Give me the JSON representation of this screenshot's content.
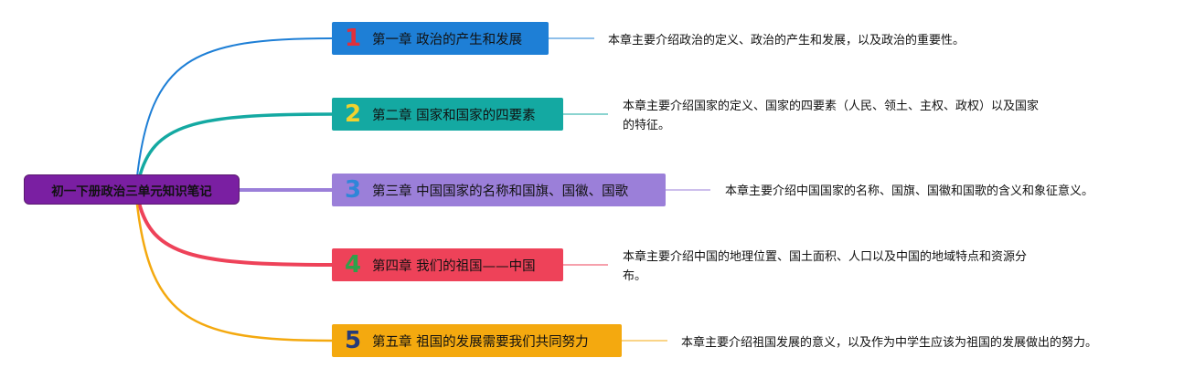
{
  "root": {
    "label": "初一下册政治三单元知识笔记",
    "color": "#7a1fa2"
  },
  "branches": [
    {
      "number": "1",
      "title": "第一章 政治的产生和发展",
      "color": "#1e7fd6",
      "num_color": "#e0303c",
      "line_color": "#1e7fd6",
      "desc": [
        "本章主要介绍政治的定义、政治的产生和发展，以及政治的重要性。"
      ]
    },
    {
      "number": "2",
      "title": "第二章 国家和国家的四要素",
      "color": "#14a9a2",
      "num_color": "#f2d22e",
      "line_color": "#14a9a2",
      "desc": [
        "本章主要介绍国家的定义、国家的四要素（人民、领土、主权、政权）以及国家",
        "的特征。"
      ]
    },
    {
      "number": "3",
      "title": "第三章 中国国家的名称和国旗、国徽、国歌",
      "color": "#9b7fd9",
      "num_color": "#2f86d8",
      "line_color": "#9b7fd9",
      "desc": [
        "本章主要介绍中国国家的名称、国旗、国徽和国歌的含义和象征意义。"
      ]
    },
    {
      "number": "4",
      "title": "第四章 我们的祖国——中国",
      "color": "#ee4259",
      "num_color": "#2fa14a",
      "line_color": "#ee4259",
      "desc": [
        "本章主要介绍中国的地理位置、国土面积、人口以及中国的地域特点和资源分",
        "布。"
      ]
    },
    {
      "number": "5",
      "title": "第五章 祖国的发展需要我们共同努力",
      "color": "#f4a90f",
      "num_color": "#253b7a",
      "line_color": "#f4a90f",
      "desc": [
        "本章主要介绍祖国发展的意义，以及作为中学生应该为祖国的发展做出的努力。"
      ]
    }
  ]
}
